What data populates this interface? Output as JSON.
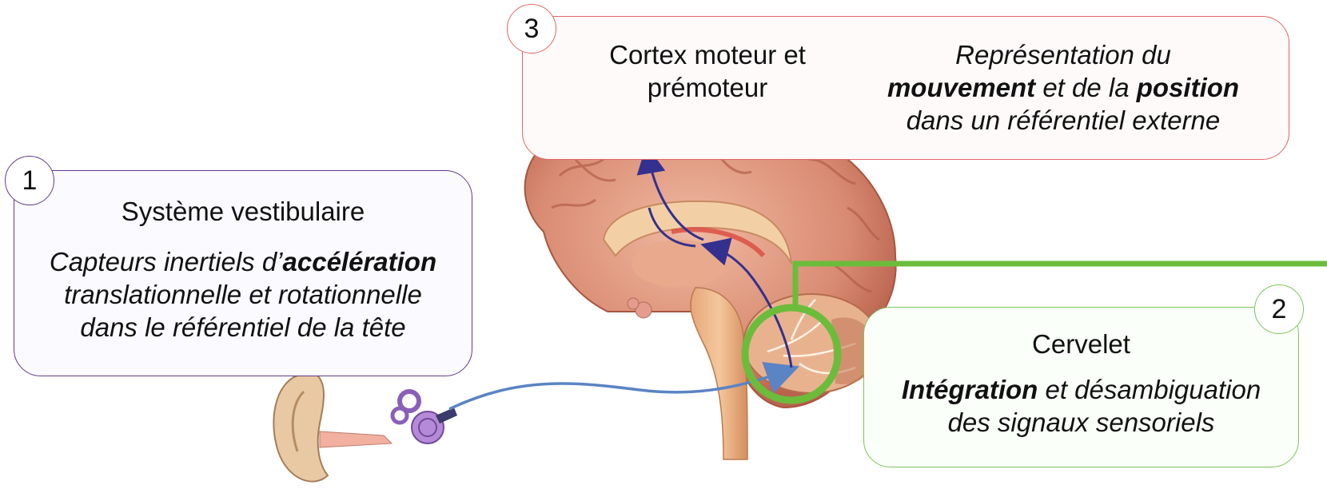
{
  "boxes": {
    "vestibular": {
      "number": "1",
      "title": "Système vestibulaire",
      "desc_pre": "Capteurs inertiels d’",
      "desc_bold": "accélération",
      "desc_line2": "translationnelle et rotationnelle",
      "desc_line3": "dans le référentiel de la tête",
      "color": "#5f3b8e"
    },
    "cortex": {
      "number": "3",
      "title_line1": "Cortex moteur et",
      "title_line2": "prémoteur",
      "desc_line1": "Représentation du",
      "desc_bold1": "mouvement",
      "desc_mid": " et de la ",
      "desc_bold2": "position",
      "desc_line3": "dans un référentiel externe",
      "color": "#e06666"
    },
    "cerebellum": {
      "number": "2",
      "title": "Cervelet",
      "desc_bold": "Intégration",
      "desc_rest": " et désambiguation",
      "desc_line2": "des signaux sensoriels",
      "color": "#7cc35a"
    }
  },
  "colors": {
    "signal_arrow": "#5a84c4",
    "cortex_arrow": "#33308f",
    "highlight": "#6cbc3c",
    "brain": "#d98b72"
  }
}
